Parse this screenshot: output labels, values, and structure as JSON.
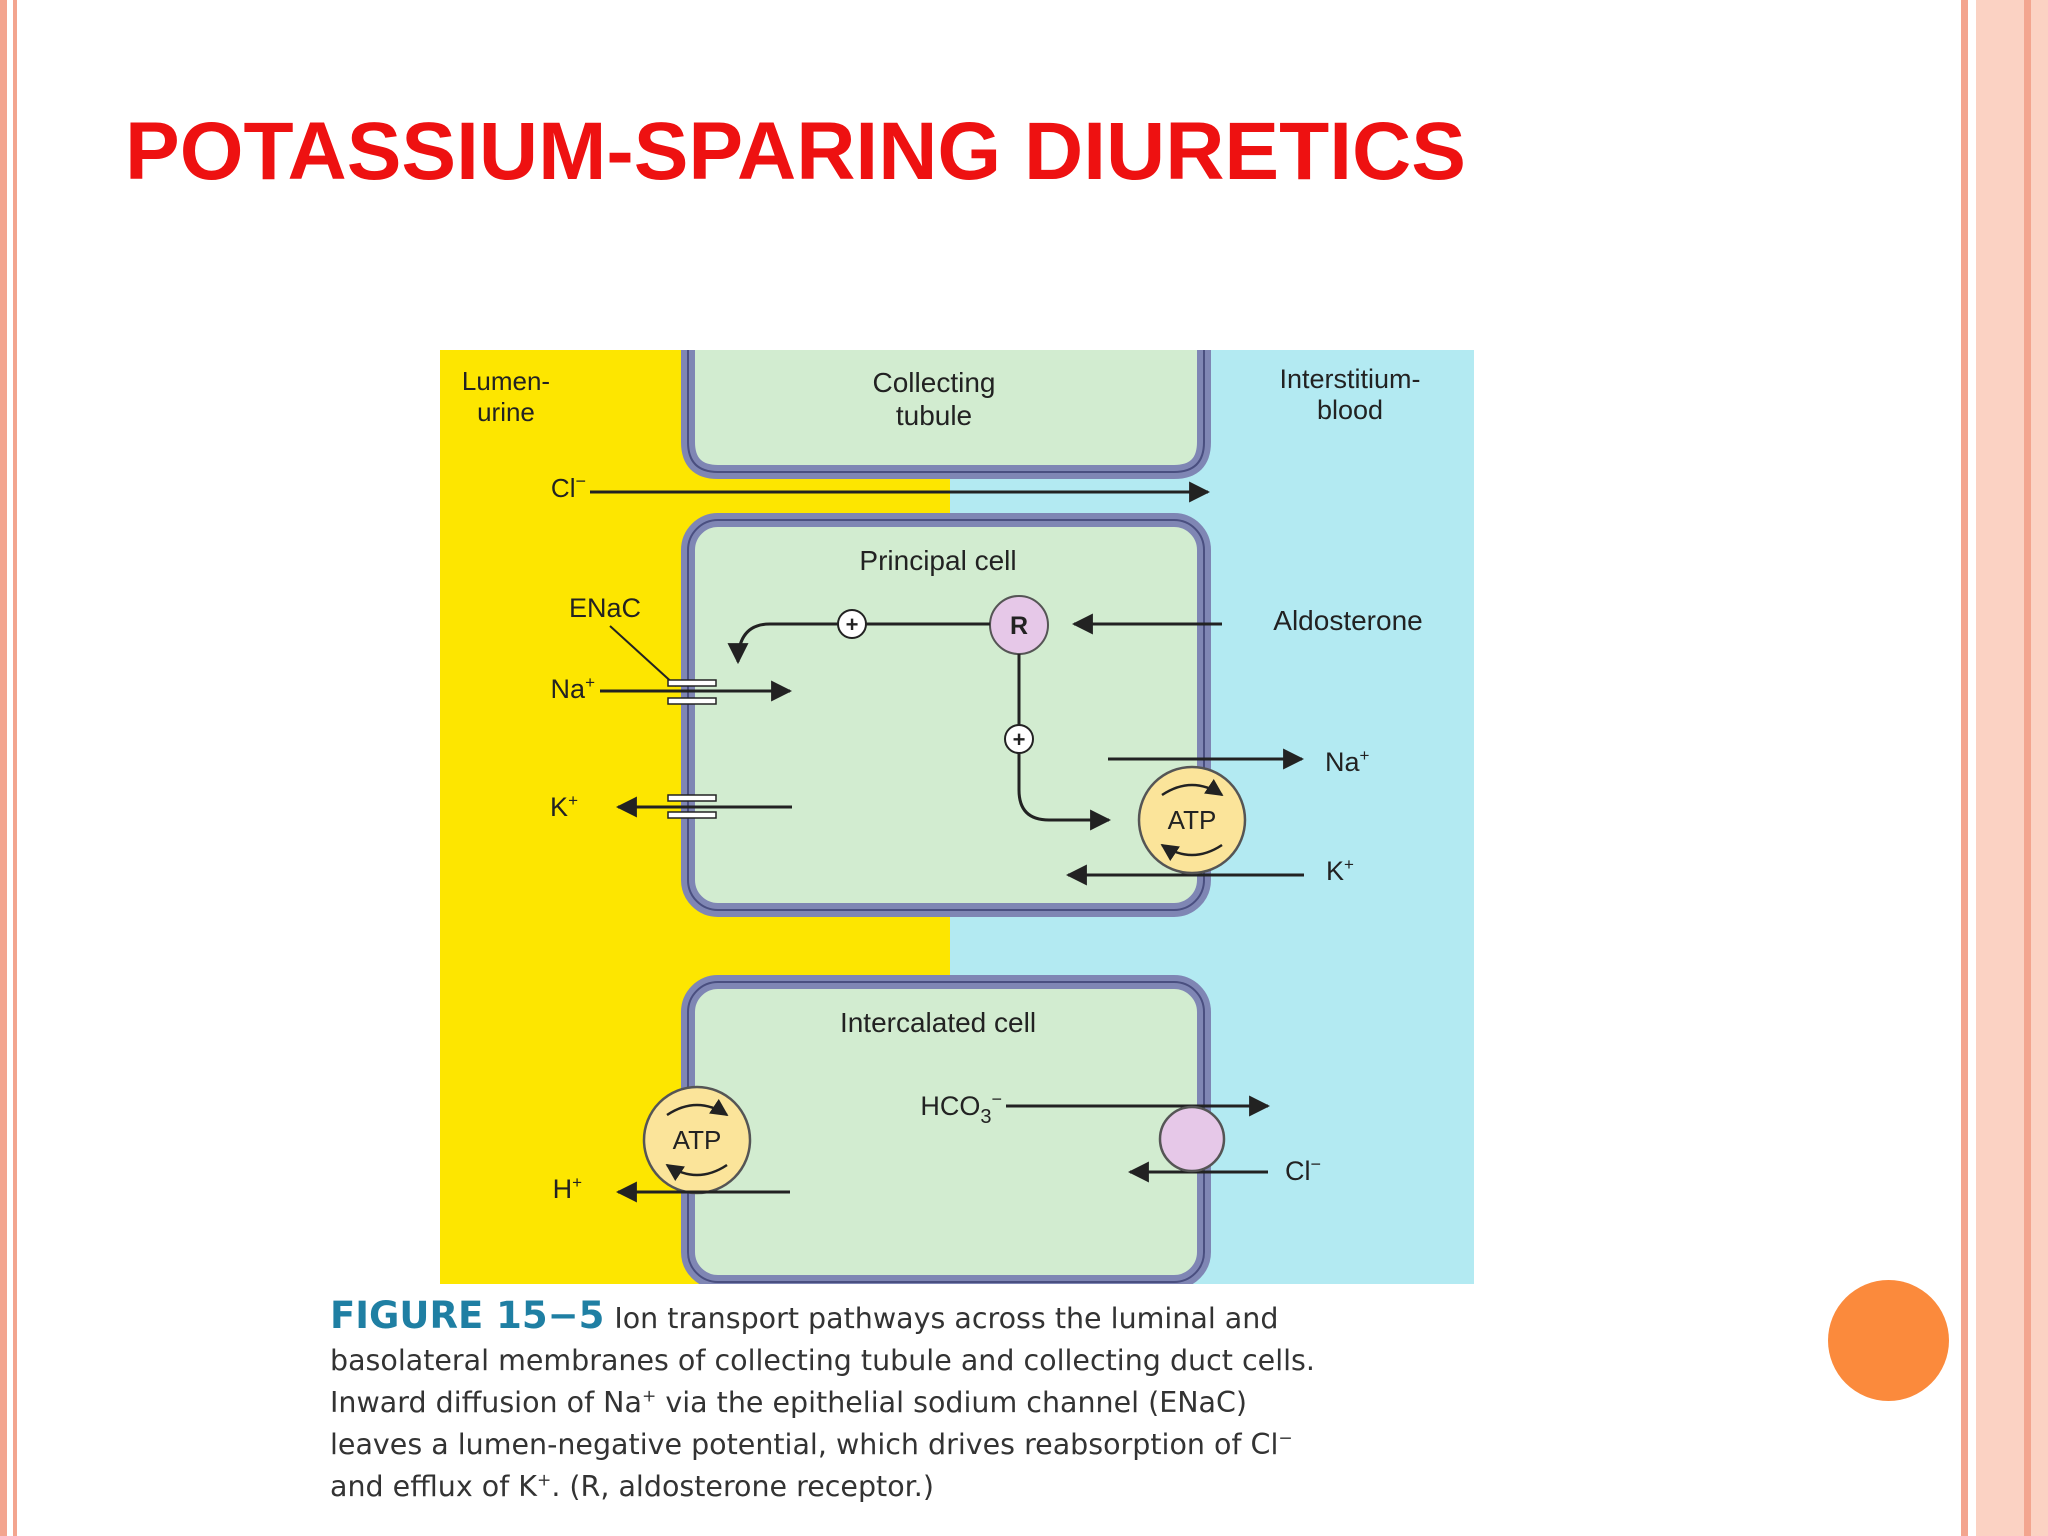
{
  "slide": {
    "title": "POTASSIUM-SPARING DIURETICS"
  },
  "diagram": {
    "regions": {
      "lumen": [
        "Lumen-",
        "urine"
      ],
      "tubule": [
        "Collecting",
        "tubule"
      ],
      "interstitium": [
        "Interstitium-",
        "blood"
      ]
    },
    "principal_cell": "Principal cell",
    "intercalated_cell": "Intercalated cell",
    "enac": "ENaC",
    "aldosterone": "Aldosterone",
    "receptor": "R",
    "plus": "+",
    "atp": "ATP",
    "ions": {
      "cl": "Cl",
      "cl_charge": "−",
      "na": "Na",
      "k": "K",
      "h": "H",
      "cation_charge": "+",
      "hco3_base": "HCO",
      "hco3_sub": "3",
      "hco3_charge": "−"
    },
    "colors": {
      "lumen": "#fde600",
      "interstitium": "#b3eaf2",
      "cell": "#d2ecd0",
      "membrane": "#7f86b4",
      "atp": "#fbe49a",
      "receptor": "#e6c8e8"
    }
  },
  "caption": {
    "label": "FIGURE 15−5",
    "line1": "Ion transport pathways across the luminal and",
    "line2": "basolateral membranes of collecting tubule and collecting duct cells.",
    "line3_a": "Inward diffusion of Na",
    "line3_sup": "+",
    "line3_b": " via the epithelial sodium channel (ENaC)",
    "line4_a": "leaves a lumen-negative potential, which drives reabsorption of Cl",
    "line4_sup": "−",
    "line5_a": "and efflux of K",
    "line5_sup": "+",
    "line5_b": ". (R, aldosterone receptor.)"
  }
}
